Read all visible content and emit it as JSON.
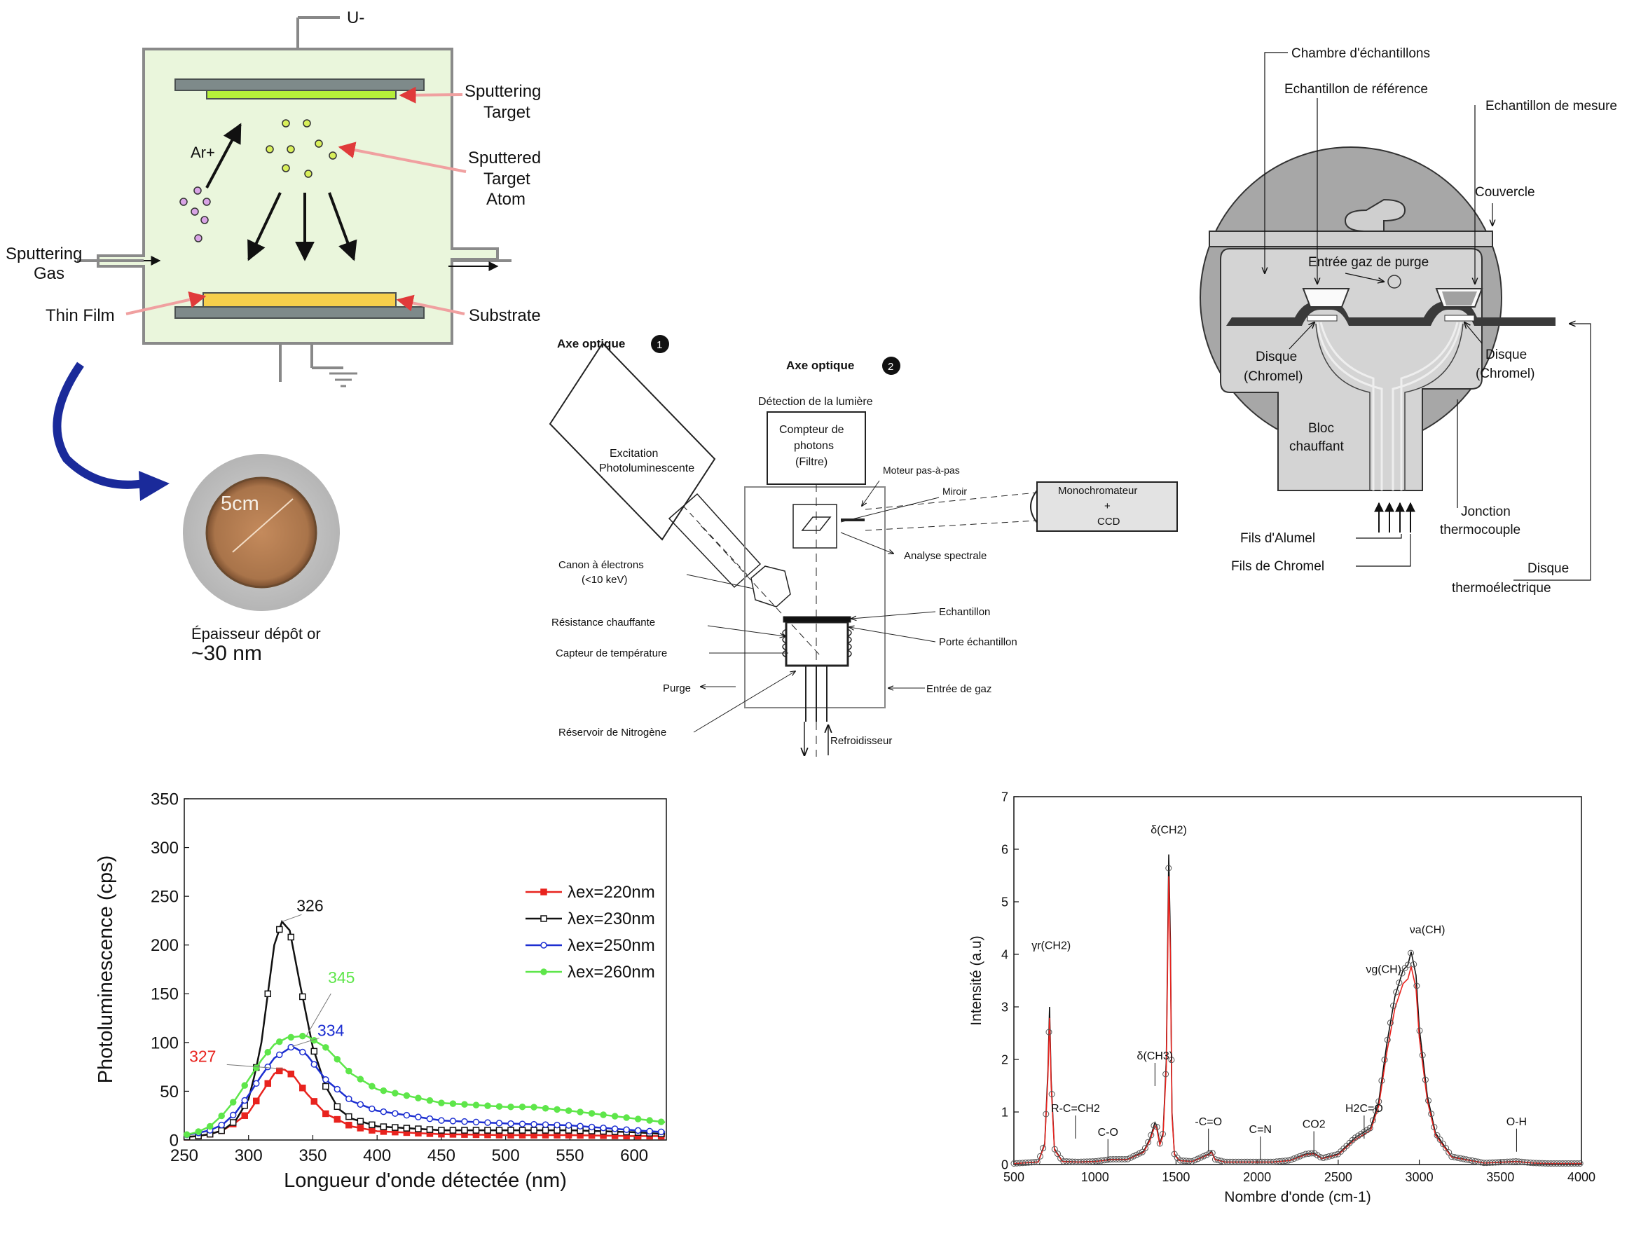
{
  "sputtering": {
    "u_minus": "U-",
    "sputtering_target": [
      "Sputtering",
      "Target"
    ],
    "sputtered_atom": [
      "Sputtered",
      "Target",
      "Atom"
    ],
    "ar_plus": "Ar+",
    "sputtering_gas": [
      "Sputtering",
      "Gas"
    ],
    "thin_film": "Thin Film",
    "substrate": "Substrate",
    "sample_size": "5cm",
    "thickness_label": "Épaisseur dépôt or",
    "thickness_value": "~30 nm"
  },
  "pl_setup": {
    "axis1": "Axe   optique",
    "axis1_num": "1",
    "axis2": "Axe   optique",
    "axis2_num": "2",
    "detection": "Détection de la lumière",
    "counter": [
      "Compteur de",
      "photons",
      "(Filtre)"
    ],
    "excitation": [
      "Excitation",
      "Photoluminescente"
    ],
    "motor": "Moteur pas-à-pas",
    "mirror": "Miroir",
    "mono": [
      "Monochromateur",
      "+",
      "CCD"
    ],
    "spectral": "Analyse spectrale",
    "gun": [
      "Canon à électrons",
      "(<10 keV)"
    ],
    "heater": "Résistance chauffante",
    "sensor": "Capteur de température",
    "sample": "Echantillon",
    "holder": "Porte échantillon",
    "purge": "Purge",
    "gas_in": "Entrée de gaz",
    "n2": "Réservoir de Nitrogène",
    "cooler": "Refroidisseur"
  },
  "dsc": {
    "chamber": "Chambre d'échantillons",
    "ref": "Echantillon de référence",
    "meas": "Echantillon de mesure",
    "lid": "Couvercle",
    "purge": "Entrée gaz de purge",
    "disk_l": [
      "Disque",
      "(Chromel)"
    ],
    "disk_r": [
      "Disque",
      "(Chromel)"
    ],
    "block": [
      "Bloc",
      "chauffant"
    ],
    "alumel": "Fils d'Alumel",
    "chromel": "Fils de Chromel",
    "junction": [
      "Jonction",
      "thermocouple"
    ],
    "thermo_disk": [
      "Disque",
      "thermoélectrique"
    ]
  },
  "chart_data": [
    {
      "type": "line",
      "xlabel": "Longueur d'onde détectée (nm)",
      "ylabel": "Photoluminescence (cps)",
      "xlim": [
        250,
        625
      ],
      "ylim": [
        0,
        350
      ],
      "xticks": [
        250,
        300,
        350,
        400,
        450,
        500,
        550,
        600
      ],
      "yticks": [
        0,
        50,
        100,
        150,
        200,
        250,
        300,
        350
      ],
      "legend_position": "right",
      "series": [
        {
          "name": "λex=220nm",
          "color": "#e8231e",
          "marker": "square-filled",
          "peak_label": "327",
          "x": [
            250,
            260,
            270,
            280,
            290,
            300,
            310,
            320,
            327,
            335,
            345,
            360,
            380,
            400,
            450,
            500,
            550,
            600,
            625
          ],
          "y": [
            3,
            4,
            6,
            10,
            18,
            28,
            48,
            68,
            73,
            66,
            48,
            27,
            14,
            9,
            6,
            5,
            5,
            4,
            4
          ]
        },
        {
          "name": "λex=230nm",
          "color": "#111111",
          "marker": "square-open",
          "peak_label": "326",
          "x": [
            250,
            260,
            270,
            280,
            290,
            300,
            305,
            310,
            315,
            320,
            326,
            332,
            340,
            350,
            360,
            370,
            380,
            400,
            450,
            500,
            550,
            600,
            625
          ],
          "y": [
            3,
            4,
            6,
            10,
            20,
            42,
            68,
            100,
            150,
            200,
            224,
            215,
            160,
            95,
            55,
            32,
            22,
            14,
            10,
            10,
            10,
            8,
            6
          ]
        },
        {
          "name": "λex=250nm",
          "color": "#1d2fd1",
          "marker": "circle-open",
          "peak_label": "334",
          "x": [
            250,
            260,
            270,
            280,
            290,
            300,
            310,
            320,
            334,
            345,
            360,
            380,
            400,
            450,
            500,
            550,
            600,
            625
          ],
          "y": [
            5,
            7,
            10,
            16,
            28,
            46,
            66,
            84,
            96,
            88,
            62,
            40,
            30,
            20,
            17,
            15,
            10,
            8
          ]
        },
        {
          "name": "λex=260nm",
          "color": "#5ee64a",
          "marker": "circle-filled",
          "peak_label": "345",
          "x": [
            250,
            260,
            270,
            280,
            290,
            300,
            310,
            320,
            330,
            345,
            360,
            380,
            400,
            450,
            500,
            520,
            550,
            600,
            625
          ],
          "y": [
            5,
            8,
            14,
            26,
            42,
            62,
            82,
            98,
            105,
            107,
            95,
            68,
            52,
            38,
            34,
            34,
            30,
            22,
            18
          ]
        }
      ]
    },
    {
      "type": "line",
      "xlabel": "Nombre d'onde (cm-1)",
      "ylabel": "Intensité (a.u)",
      "xlim": [
        500,
        4000
      ],
      "ylim": [
        0,
        7
      ],
      "xticks": [
        500,
        1000,
        1500,
        2000,
        2500,
        3000,
        3500,
        4000
      ],
      "yticks": [
        0,
        1,
        2,
        3,
        4,
        5,
        6,
        7
      ],
      "grid": false,
      "series": [
        {
          "color": "#111111",
          "marker": "circle-open",
          "x": [
            500,
            650,
            690,
            710,
            720,
            730,
            750,
            800,
            900,
            1000,
            1100,
            1200,
            1300,
            1340,
            1370,
            1380,
            1400,
            1420,
            1440,
            1455,
            1465,
            1475,
            1490,
            1520,
            1600,
            1700,
            1720,
            1740,
            1800,
            1900,
            2000,
            2100,
            2200,
            2300,
            2350,
            2400,
            2500,
            2600,
            2650,
            2700,
            2750,
            2800,
            2850,
            2900,
            2930,
            2950,
            2960,
            2980,
            3000,
            3050,
            3100,
            3200,
            3400,
            3600,
            3700,
            3800,
            4000
          ],
          "y": [
            0.02,
            0.05,
            0.4,
            1.8,
            3.0,
            1.6,
            0.3,
            0.06,
            0.05,
            0.06,
            0.1,
            0.1,
            0.25,
            0.5,
            0.8,
            0.75,
            0.4,
            0.6,
            2.0,
            5.9,
            4.3,
            1.0,
            0.2,
            0.08,
            0.06,
            0.2,
            0.25,
            0.1,
            0.05,
            0.05,
            0.05,
            0.05,
            0.08,
            0.2,
            0.22,
            0.12,
            0.2,
            0.5,
            0.6,
            0.7,
            1.2,
            2.3,
            3.2,
            3.7,
            3.8,
            4.05,
            3.9,
            3.6,
            2.6,
            1.3,
            0.6,
            0.15,
            0.03,
            0.06,
            0.03,
            0.02,
            0.02
          ]
        }
      ],
      "annotations": [
        {
          "text": "γr(CH2)",
          "x": 730,
          "y": 4.1
        },
        {
          "text": "R-C=CH2",
          "x": 880,
          "y": 1.0
        },
        {
          "text": "C-O",
          "x": 1080,
          "y": 0.55
        },
        {
          "text": "δ(CH3)",
          "x": 1370,
          "y": 2.0
        },
        {
          "text": "δ(CH2)",
          "x": 1455,
          "y": 6.3
        },
        {
          "text": "-C=O",
          "x": 1700,
          "y": 0.75
        },
        {
          "text": "C=N",
          "x": 2020,
          "y": 0.6
        },
        {
          "text": "CO2",
          "x": 2350,
          "y": 0.7
        },
        {
          "text": "H2C=O",
          "x": 2660,
          "y": 1.0
        },
        {
          "text": "νg(CH)",
          "x": 2780,
          "y": 3.65
        },
        {
          "text": "νa(CH)",
          "x": 3050,
          "y": 4.4
        },
        {
          "text": "O-H",
          "x": 3600,
          "y": 0.75
        }
      ]
    }
  ]
}
